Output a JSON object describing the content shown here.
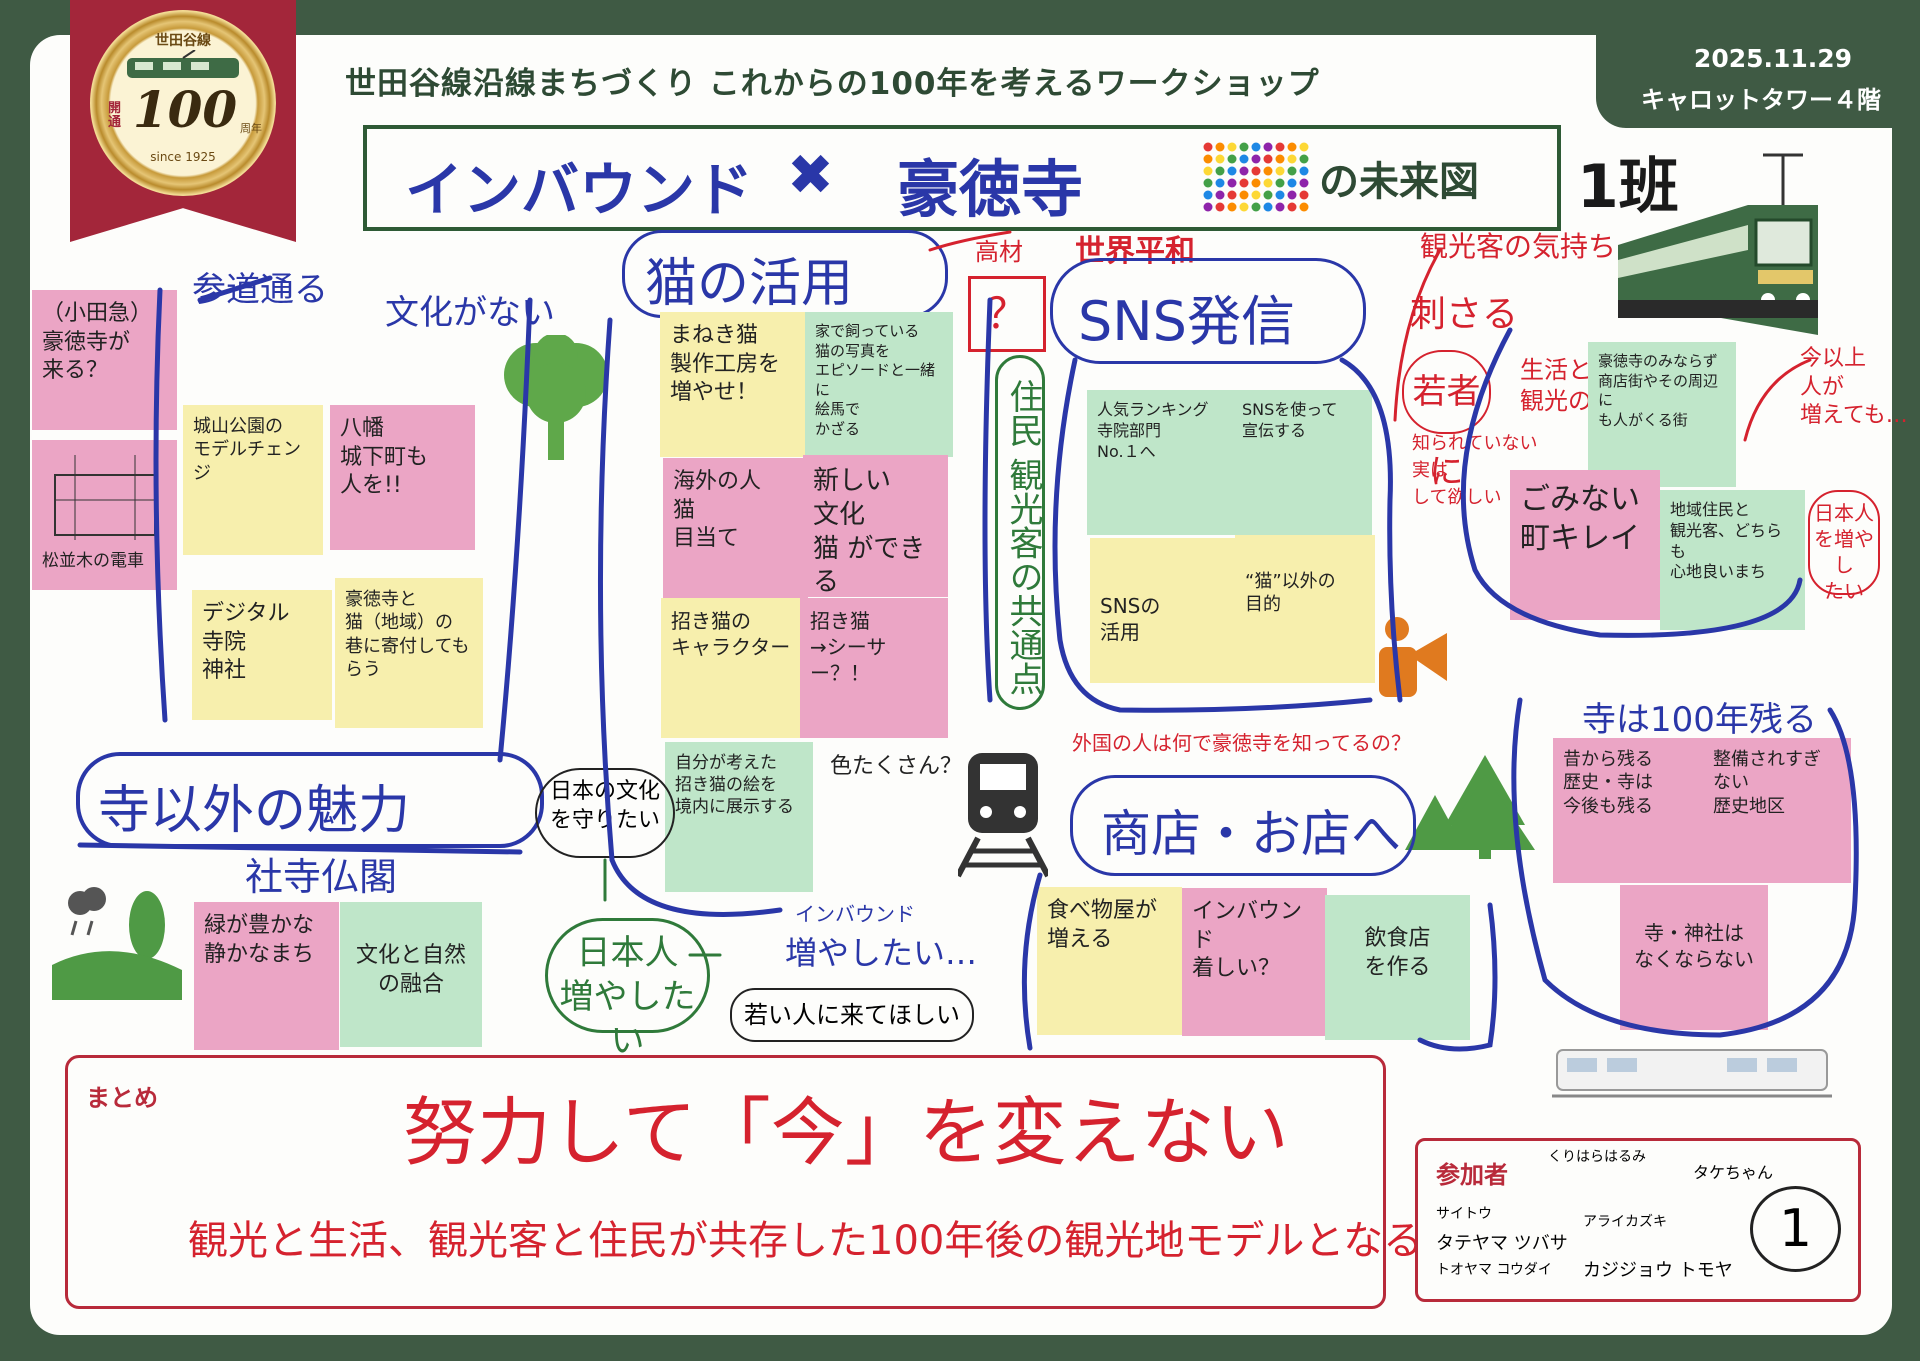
{
  "header": {
    "title": "世田谷線沿線まちづくり これからの100年を考えるワークショップ",
    "date": "2025.11.29",
    "venue": "キャロットタワー４階",
    "logo": {
      "line": "世田谷線",
      "number": "100",
      "side": "開通",
      "unit": "周年",
      "since": "since 1925"
    }
  },
  "theme": {
    "part1": "インバウンド",
    "x": "✖",
    "part2": "豪徳寺",
    "suffix": "の未来図",
    "team": "1班"
  },
  "clusters": {
    "neko": {
      "title": "猫の活用",
      "notes": [
        "まねき猫\n製作工房を\n増やせ！",
        "家で飼っている\n猫の写真を\nエピソードと一緒に\n絵馬で\nかざる",
        "海外の人\n猫\n目当て",
        "新しい\n文化\n猫 ができる",
        "招き猫の\nキャラクター",
        "招き猫\n→シーサー？！",
        "自分が考えた\n招き猫の絵を\n境内に展示する"
      ],
      "side_note": "色たくさん？"
    },
    "sns": {
      "title": "SNS発信",
      "notes": [
        "人気ランキング\n寺院部門\nNo.１へ",
        "SNSを使って\n宣伝する",
        "SNSの\n活用",
        "“猫”以外の\n目的"
      ],
      "question": "外国の人は何で豪徳寺を知ってるの？",
      "over": "世界平和",
      "side": "高材",
      "q": "？",
      "vertical": "住民 観光客の共通点"
    },
    "left_top": {
      "title1": "参道通る",
      "title2": "文化がない",
      "notes": [
        "（小田急）\n豪徳寺が\n来る？",
        "松並木の電車",
        "城山公園の\nモデルチェンジ",
        "八幡\n城下町も\n人を!!",
        "デジタル\n寺院\n神社",
        "豪徳寺と\n猫（地域）の\n巷に寄付してもらう"
      ]
    },
    "miryoku": {
      "title": "寺以外の魅力",
      "sub": "社寺仏閣",
      "notes": [
        "緑が豊かな\n静かなまち",
        "文化と自然\nの融合"
      ]
    },
    "nihon": {
      "bubble": "日本の文化を守りたい",
      "circle": "日本人\n増やしたい",
      "inbound": "インバウンド",
      "inbound2": "増やしたい…",
      "young": "若い人に来てほしい"
    },
    "shoten": {
      "title": "商店・お店へ",
      "notes": [
        "食べ物屋が\n増える",
        "インバウンド\n着しい？",
        "飲食店\nを作る"
      ]
    },
    "kankou": {
      "title": "観光客の気持ち",
      "sasaru": "刺さる",
      "wakamono": "若者に",
      "shiranai": "知られていない\n実は\nして欲しい",
      "seikatsu": "生活と\n観光の区別",
      "notes": [
        "豪徳寺のみならず\n商店街やその周辺に\nも人がくる街",
        "ごみない\n町キレイ",
        "地域住民と\n観光客、どちらも\n心地良いまち"
      ],
      "right1": "今以上\n人が\n増えても…",
      "right2": "日本人\nを増やし\nたい"
    },
    "tera": {
      "title": "寺は100年残る",
      "notes": [
        "昔から残る\n歴史・寺は\n今後も残る",
        "整備されすぎ\nない\n歴史地区",
        "寺・神社は\nなくならない"
      ]
    }
  },
  "summary": {
    "label": "まとめ",
    "headline": "努力して「今」を変えない",
    "sub": "観光と生活、観光客と住民が共存した100年後の観光地モデルとなる"
  },
  "participants": {
    "label": "参加者",
    "names": [
      "くりはらはるみ",
      "タケちゃん",
      "サイトウ",
      "タテヤマ ツバサ",
      "アライカズキ",
      "トオヤマ コウダイ",
      "カジジョウ トモヤ"
    ],
    "number": "1"
  },
  "colors": {
    "board": "#fdfdfb",
    "frame": "#3f5a44",
    "ribbon": "#a3263a",
    "pen_blue": "#2a37a8",
    "pen_red": "#d5222e",
    "pen_green": "#2f7a3a",
    "tram": "#3e6b45"
  },
  "icons": [
    "tree-icon",
    "conifer-trees-icon",
    "rain-landscape-icon",
    "train-front-icon",
    "tram-icon",
    "megaphone-person-icon",
    "colorful-dots-logo-icon"
  ]
}
